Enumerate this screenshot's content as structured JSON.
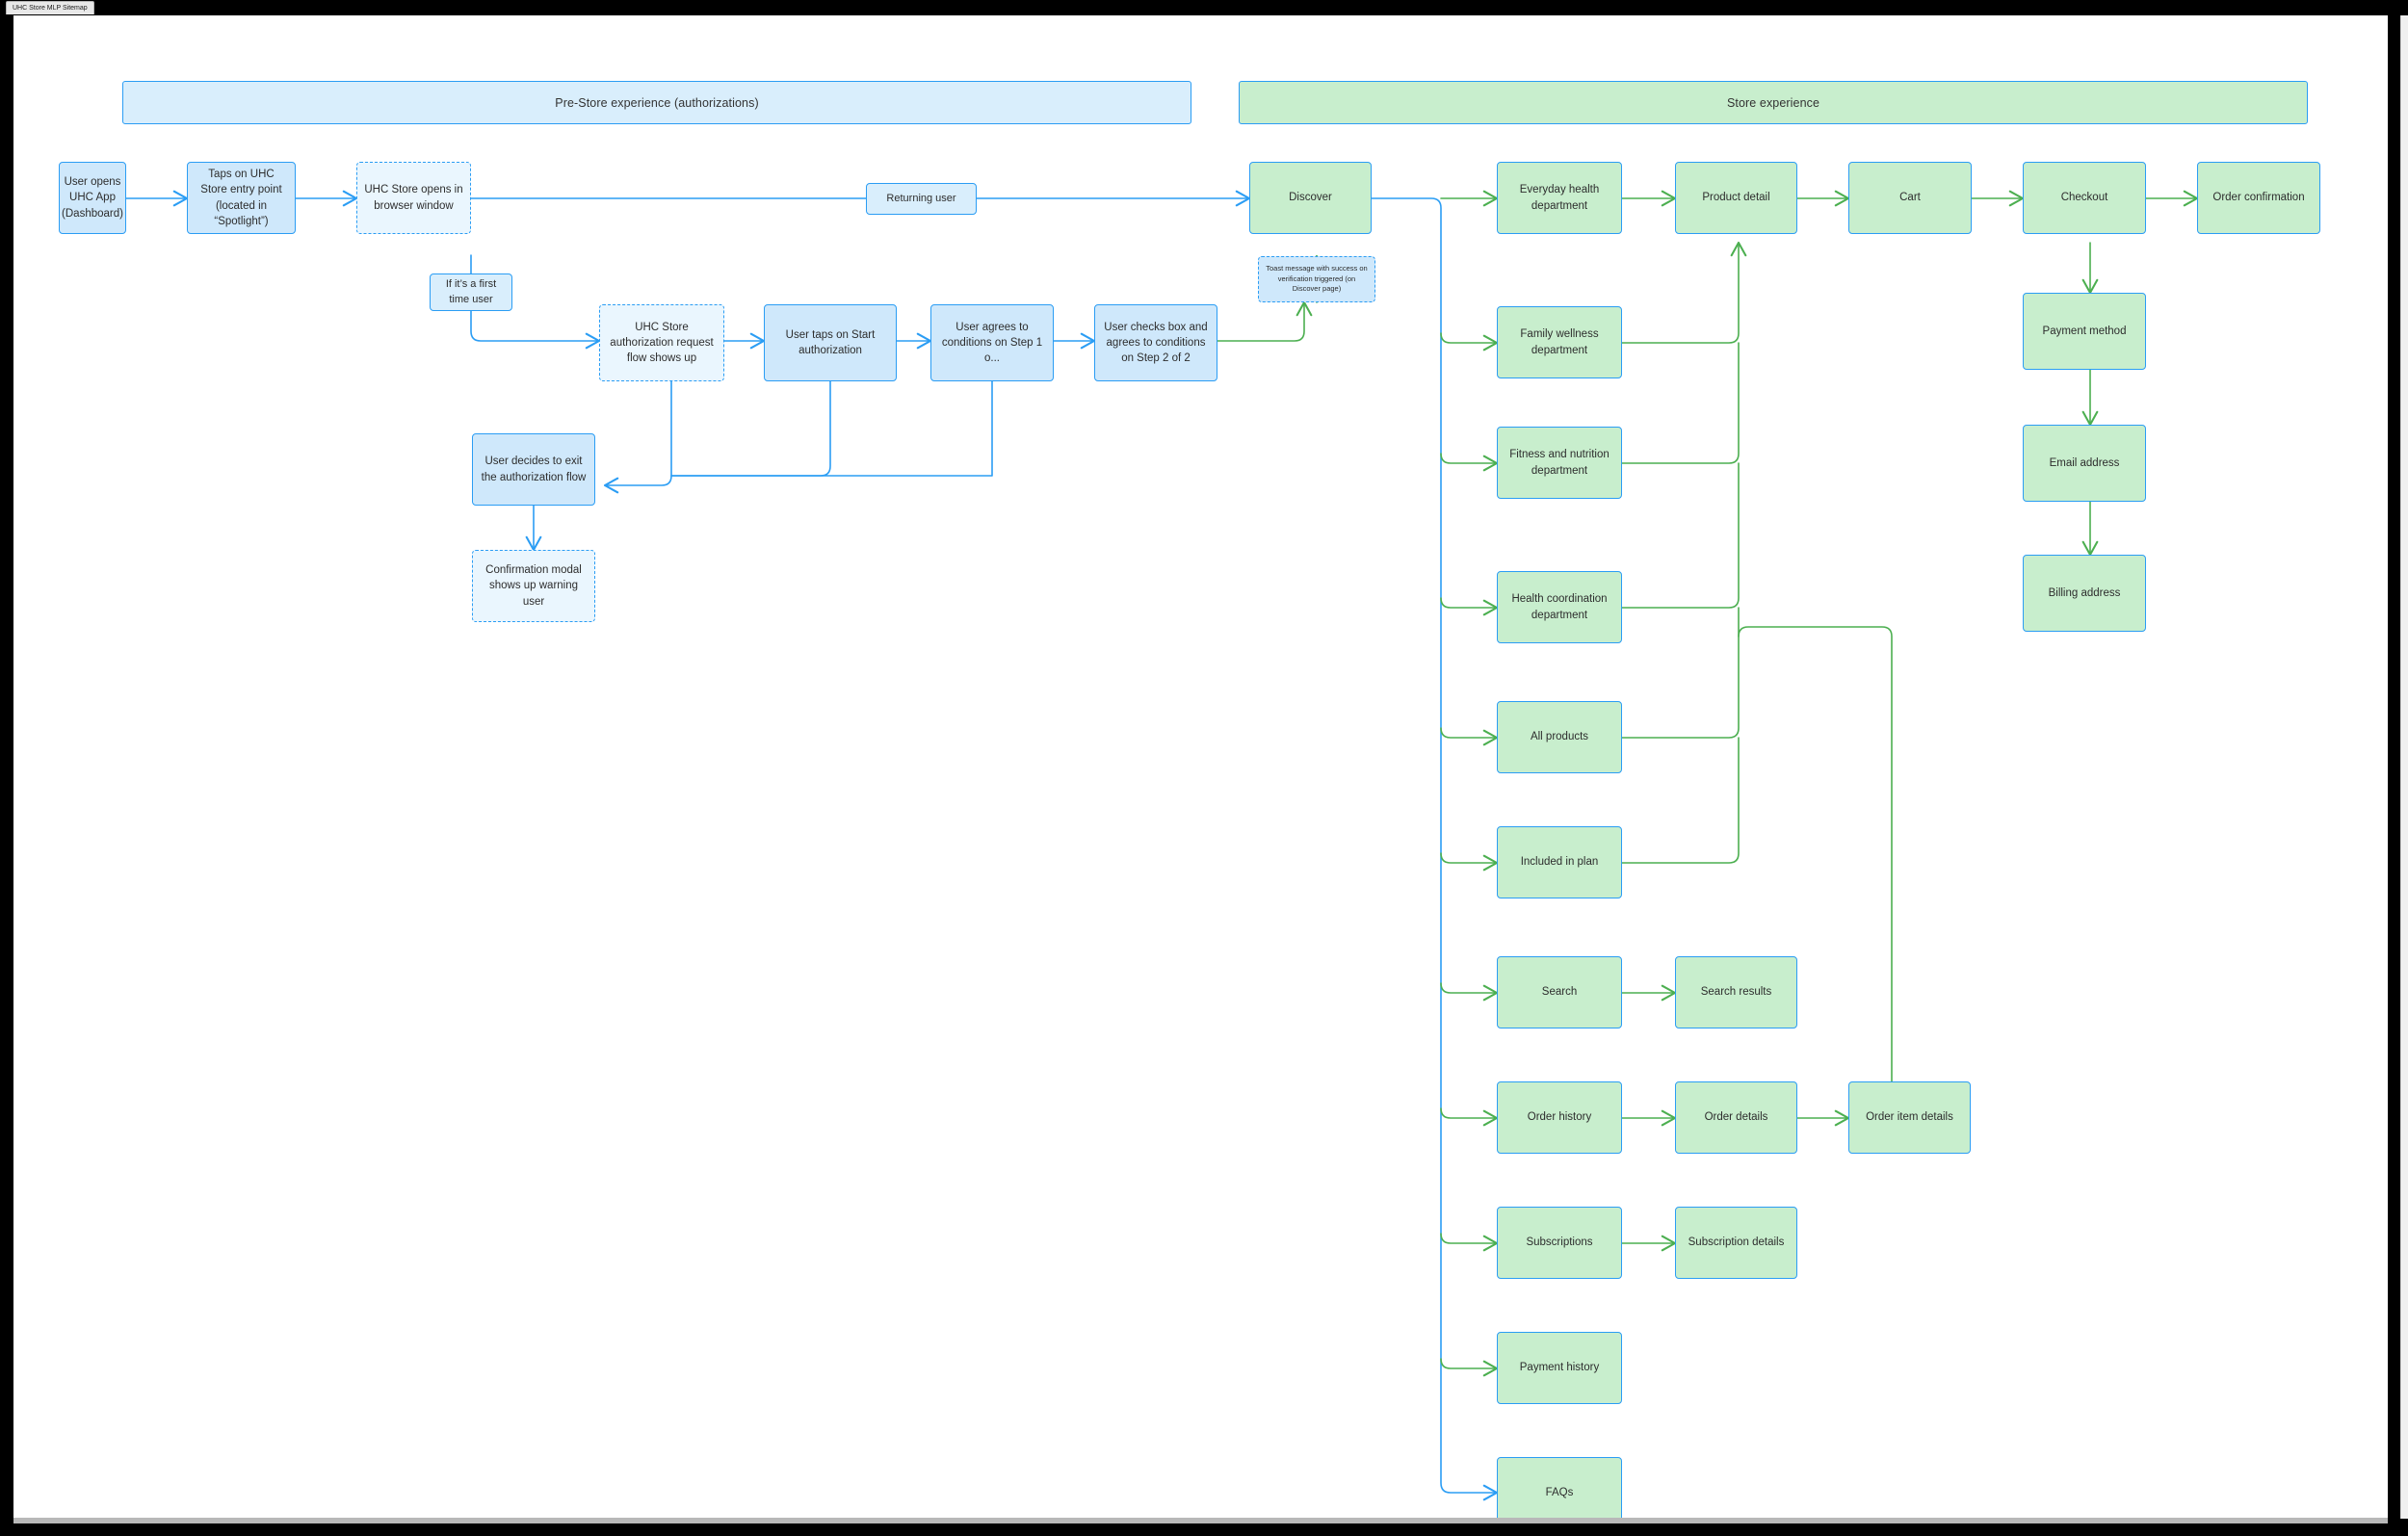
{
  "window": {
    "tab_title": "UHC Store MLP Sitemap"
  },
  "colors": {
    "stroke_blue": "#2b9df4",
    "stroke_green": "#4caf50",
    "fill_blue": "#cfe8fb",
    "fill_pale_blue": "#eaf6fe",
    "fill_green": "#c8eecd",
    "band_blue": "#d9eefc",
    "band_green": "#c8eecd"
  },
  "bands": [
    {
      "id": "band-pre-store",
      "label": "Pre-Store experience (authorizations)",
      "variant": "blue"
    },
    {
      "id": "band-store",
      "label": "Store experience",
      "variant": "green"
    }
  ],
  "nodes": [
    {
      "id": "user-opens-app",
      "label": "User opens UHC App (Dashboard)",
      "variant": "blue",
      "dashed": false
    },
    {
      "id": "taps-entry-point",
      "label": "Taps on UHC Store entry point (located in “Spotlight”)",
      "variant": "blue",
      "dashed": false
    },
    {
      "id": "store-opens-browser",
      "label": "UHC Store opens in browser window",
      "variant": "pale",
      "dashed": true
    },
    {
      "id": "returning-user",
      "label": "Returning user",
      "variant": "label",
      "dashed": false
    },
    {
      "id": "first-time-user",
      "label": "If it’s a first time user",
      "variant": "label",
      "dashed": false
    },
    {
      "id": "auth-request-flow",
      "label": "UHC Store authorization request flow shows up",
      "variant": "pale",
      "dashed": true
    },
    {
      "id": "taps-start-auth",
      "label": "User taps on Start authorization",
      "variant": "blue",
      "dashed": false
    },
    {
      "id": "agrees-step-1",
      "label": "User agrees to conditions on Step 1 o...",
      "variant": "blue",
      "dashed": false
    },
    {
      "id": "agrees-step-2",
      "label": "User checks box and agrees to conditions on Step 2 of 2",
      "variant": "blue",
      "dashed": false
    },
    {
      "id": "user-exits-auth",
      "label": "User decides to exit the authorization flow",
      "variant": "blue",
      "dashed": false
    },
    {
      "id": "confirmation-modal",
      "label": "Confirmation modal shows up warning user",
      "variant": "pale",
      "dashed": true
    },
    {
      "id": "toast-message",
      "label": "Toast message with success on verification triggered (on Discover page)",
      "variant": "blue",
      "dashed": true
    },
    {
      "id": "discover",
      "label": "Discover",
      "variant": "green",
      "dashed": false
    },
    {
      "id": "everyday-health",
      "label": "Everyday health department",
      "variant": "green",
      "dashed": false
    },
    {
      "id": "family-wellness",
      "label": "Family wellness department",
      "variant": "green",
      "dashed": false
    },
    {
      "id": "fitness-nutrition",
      "label": "Fitness and nutrition department",
      "variant": "green",
      "dashed": false
    },
    {
      "id": "health-coordination",
      "label": "Health coordination department",
      "variant": "green",
      "dashed": false
    },
    {
      "id": "all-products",
      "label": "All products",
      "variant": "green",
      "dashed": false
    },
    {
      "id": "included-in-plan",
      "label": "Included in plan",
      "variant": "green",
      "dashed": false
    },
    {
      "id": "search",
      "label": "Search",
      "variant": "green",
      "dashed": false
    },
    {
      "id": "search-results",
      "label": "Search results",
      "variant": "green",
      "dashed": false
    },
    {
      "id": "order-history",
      "label": "Order history",
      "variant": "green",
      "dashed": false
    },
    {
      "id": "order-details",
      "label": "Order details",
      "variant": "green",
      "dashed": false
    },
    {
      "id": "order-item-details",
      "label": "Order item details",
      "variant": "green",
      "dashed": false
    },
    {
      "id": "subscriptions",
      "label": "Subscriptions",
      "variant": "green",
      "dashed": false
    },
    {
      "id": "subscription-details",
      "label": "Subscription details",
      "variant": "green",
      "dashed": false
    },
    {
      "id": "payment-history",
      "label": "Payment history",
      "variant": "green",
      "dashed": false
    },
    {
      "id": "faqs",
      "label": "FAQs",
      "variant": "green",
      "dashed": false
    },
    {
      "id": "product-detail",
      "label": "Product detail",
      "variant": "green",
      "dashed": false
    },
    {
      "id": "cart",
      "label": "Cart",
      "variant": "green",
      "dashed": false
    },
    {
      "id": "checkout",
      "label": "Checkout",
      "variant": "green",
      "dashed": false
    },
    {
      "id": "order-confirmation",
      "label": "Order confirmation",
      "variant": "green",
      "dashed": false
    },
    {
      "id": "payment-method",
      "label": "Payment method",
      "variant": "green",
      "dashed": false
    },
    {
      "id": "email-address",
      "label": "Email address",
      "variant": "green",
      "dashed": false
    },
    {
      "id": "billing-address",
      "label": "Billing address",
      "variant": "green",
      "dashed": false
    }
  ],
  "edges": [
    {
      "from": "user-opens-app",
      "to": "taps-entry-point",
      "color": "blue"
    },
    {
      "from": "taps-entry-point",
      "to": "store-opens-browser",
      "color": "blue"
    },
    {
      "from": "store-opens-browser",
      "to": "returning-user",
      "color": "blue"
    },
    {
      "from": "returning-user",
      "to": "discover",
      "color": "blue"
    },
    {
      "from": "store-opens-browser",
      "to": "first-time-user",
      "color": "blue"
    },
    {
      "from": "first-time-user",
      "to": "auth-request-flow",
      "color": "blue"
    },
    {
      "from": "auth-request-flow",
      "to": "taps-start-auth",
      "color": "blue"
    },
    {
      "from": "taps-start-auth",
      "to": "agrees-step-1",
      "color": "blue"
    },
    {
      "from": "agrees-step-1",
      "to": "agrees-step-2",
      "color": "blue"
    },
    {
      "from": "agrees-step-2",
      "to": "discover",
      "color": "green"
    },
    {
      "from": "toast-message",
      "to": "discover",
      "color": "green"
    },
    {
      "from": "auth-request-flow",
      "to": "user-exits-auth",
      "color": "blue"
    },
    {
      "from": "taps-start-auth",
      "to": "user-exits-auth",
      "color": "blue"
    },
    {
      "from": "agrees-step-1",
      "to": "user-exits-auth",
      "color": "blue"
    },
    {
      "from": "user-exits-auth",
      "to": "confirmation-modal",
      "color": "blue"
    },
    {
      "from": "discover",
      "to": "everyday-health",
      "color": "green"
    },
    {
      "from": "discover",
      "to": "family-wellness",
      "color": "green"
    },
    {
      "from": "discover",
      "to": "fitness-nutrition",
      "color": "green"
    },
    {
      "from": "discover",
      "to": "health-coordination",
      "color": "green"
    },
    {
      "from": "discover",
      "to": "all-products",
      "color": "green"
    },
    {
      "from": "discover",
      "to": "included-in-plan",
      "color": "green"
    },
    {
      "from": "discover",
      "to": "search",
      "color": "green"
    },
    {
      "from": "discover",
      "to": "order-history",
      "color": "green"
    },
    {
      "from": "discover",
      "to": "subscriptions",
      "color": "green"
    },
    {
      "from": "discover",
      "to": "payment-history",
      "color": "green"
    },
    {
      "from": "discover",
      "to": "faqs",
      "color": "blue"
    },
    {
      "from": "everyday-health",
      "to": "product-detail",
      "color": "green"
    },
    {
      "from": "family-wellness",
      "to": "product-detail",
      "color": "green"
    },
    {
      "from": "fitness-nutrition",
      "to": "product-detail",
      "color": "green"
    },
    {
      "from": "health-coordination",
      "to": "product-detail",
      "color": "green"
    },
    {
      "from": "all-products",
      "to": "product-detail",
      "color": "green"
    },
    {
      "from": "included-in-plan",
      "to": "product-detail",
      "color": "green"
    },
    {
      "from": "search",
      "to": "search-results",
      "color": "green"
    },
    {
      "from": "order-history",
      "to": "order-details",
      "color": "green"
    },
    {
      "from": "order-details",
      "to": "order-item-details",
      "color": "green"
    },
    {
      "from": "order-item-details",
      "to": "product-detail",
      "color": "green"
    },
    {
      "from": "subscriptions",
      "to": "subscription-details",
      "color": "green"
    },
    {
      "from": "product-detail",
      "to": "cart",
      "color": "green"
    },
    {
      "from": "cart",
      "to": "checkout",
      "color": "green"
    },
    {
      "from": "checkout",
      "to": "order-confirmation",
      "color": "green"
    },
    {
      "from": "checkout",
      "to": "payment-method",
      "color": "green"
    },
    {
      "from": "payment-method",
      "to": "email-address",
      "color": "green"
    },
    {
      "from": "email-address",
      "to": "billing-address",
      "color": "green"
    }
  ]
}
